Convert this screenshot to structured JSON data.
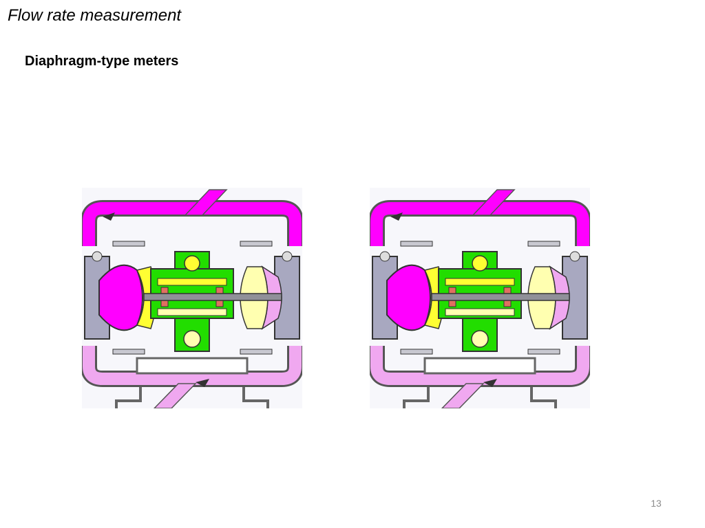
{
  "slide": {
    "title": "Flow rate measurement",
    "subtitle": "Diaphragm-type meters",
    "page_number": "13"
  },
  "colors": {
    "magenta": "#ff00ff",
    "light_pink": "#f0a8f0",
    "housing_gray": "#a8a8c0",
    "green": "#22dd00",
    "pale_yellow": "#ffffb0",
    "yellow": "#ffff33",
    "shaft_gray": "#909098",
    "ring_red": "#e07060"
  },
  "diagrams": [
    {
      "label": "Diaphragm pump cross-section (left chamber pressurized)"
    },
    {
      "label": "Diaphragm pump cross-section (stroke variant)"
    }
  ]
}
